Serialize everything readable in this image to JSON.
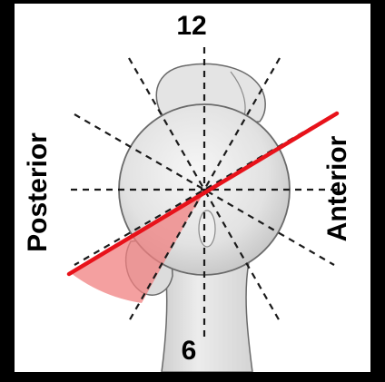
{
  "labels": {
    "top": "12",
    "bottom": "6",
    "left": "Posterior",
    "right": "Anterior"
  },
  "colors": {
    "red_line": "#e8121a",
    "red_wedge": "#f08080",
    "bone_fill": "#e6e6e6",
    "bone_stroke": "#6a6a6a",
    "dashes": "#1a1a1a"
  },
  "clock_face": {
    "dashed_spokes": 12,
    "red_line_clock_from": "8",
    "red_line_clock_to": "2"
  }
}
